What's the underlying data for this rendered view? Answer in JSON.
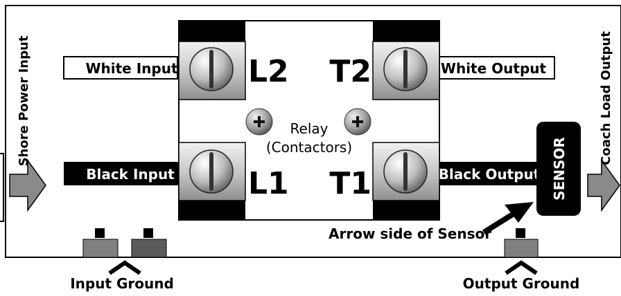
{
  "labels": {
    "shore_power_input": "Shore Power Input",
    "coach_load_output": "Coach Load Output",
    "white_input": "White Input",
    "white_output": "White Output",
    "black_input": "Black Input",
    "black_output": "Black Output",
    "terminal_l2": "L2",
    "terminal_t2": "T2",
    "terminal_l1": "L1",
    "terminal_t1": "T1",
    "relay_line1": "Relay",
    "relay_line2": "(Contactors)",
    "sensor": "SENSOR",
    "arrow_side_of_sensor": "Arrow side of Sensor",
    "input_ground": "Input Ground",
    "output_ground": "Output Ground"
  },
  "colors": {
    "black": "#000000",
    "arrow_gray": "#8a8a8a",
    "ground_gray": "#808080",
    "ground_dark": "#5a5a5a",
    "terminal_light": "#e6e6e6",
    "terminal_dark": "#9a9a9a"
  }
}
